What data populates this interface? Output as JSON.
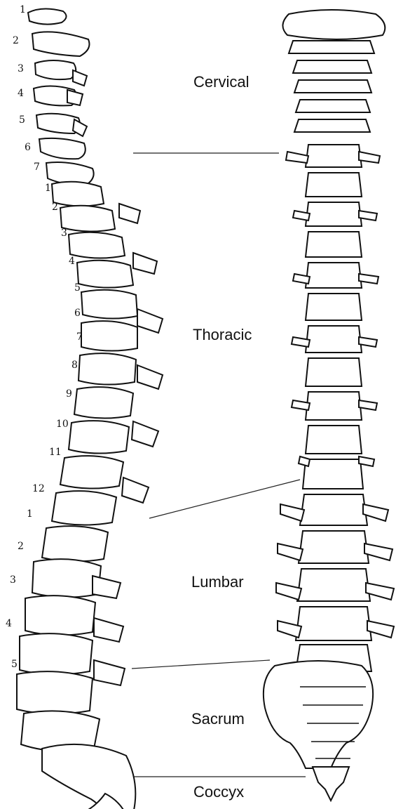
{
  "regions": {
    "cervical": "Cervical",
    "thoracic": "Thoracic",
    "lumbar": "Lumbar",
    "sacrum": "Sacrum",
    "coccyx": "Coccyx"
  },
  "vertebra_numbers": {
    "cervical": [
      "1",
      "2",
      "3",
      "4",
      "5",
      "6",
      "7"
    ],
    "thoracic": [
      "1",
      "2",
      "3",
      "4",
      "5",
      "6",
      "7",
      "8",
      "9",
      "10",
      "11",
      "12"
    ],
    "lumbar": [
      "1",
      "2",
      "3",
      "4",
      "5"
    ]
  },
  "colors": {
    "ink": "#111111",
    "paper": "#ffffff"
  }
}
